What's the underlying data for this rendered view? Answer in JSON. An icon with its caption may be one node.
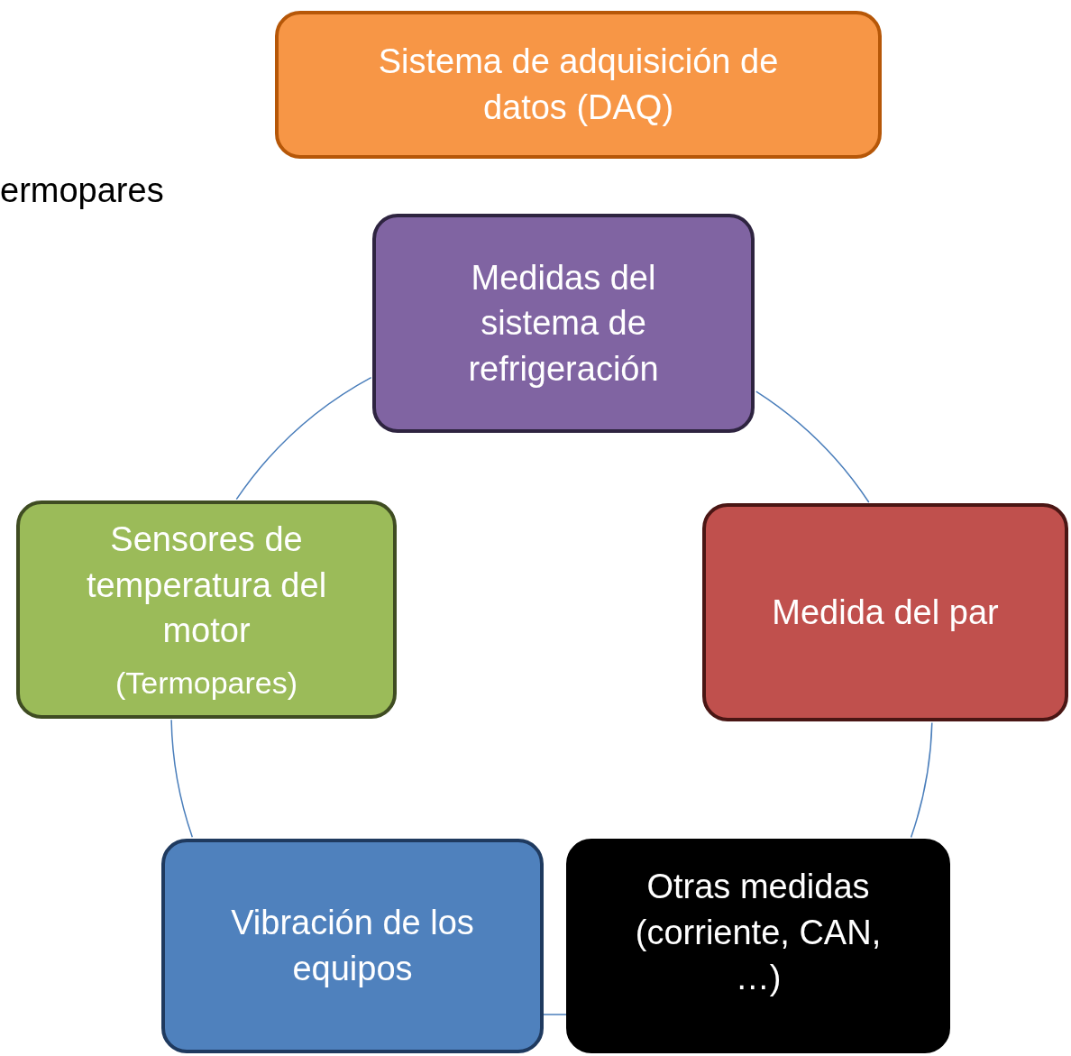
{
  "diagram": {
    "nodes": [
      {
        "text": [
          "Sistema de adquisición de datos (DAQ)"
        ]
      },
      {
        "text": [
          "Medidas del sistema de refrigeración"
        ]
      },
      {
        "text": [
          "Medida del par"
        ]
      },
      {
        "text": [
          "Otras medidas (corriente, CAN, …)"
        ]
      },
      {
        "text": [
          "Vibración de los equipos"
        ]
      },
      {
        "text": [
          "Sensores de temperatura del motor",
          "(Termopares)"
        ]
      }
    ],
    "edges": [
      {
        "from": 1,
        "to": 2,
        "arrow": "none"
      },
      {
        "from": 2,
        "to": 3,
        "arrow": "none"
      },
      {
        "from": 3,
        "to": 4,
        "arrow": "none"
      },
      {
        "from": 4,
        "to": 5,
        "arrow": "none"
      },
      {
        "from": 5,
        "to": 1,
        "arrow": "none"
      }
    ],
    "labels": [
      "ermopares"
    ]
  }
}
